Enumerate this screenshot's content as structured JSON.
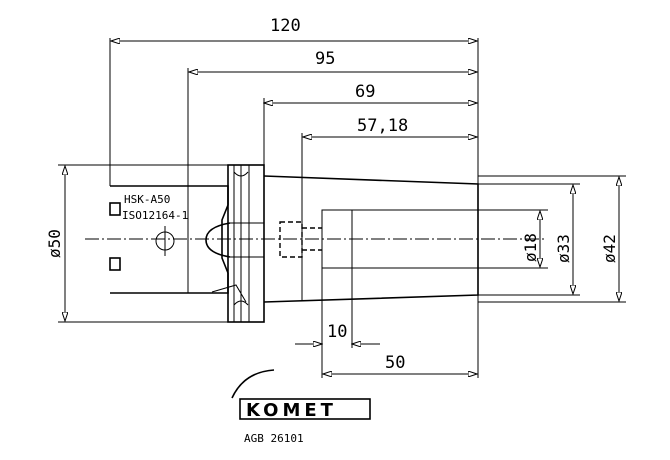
{
  "drawing": {
    "dimensions": {
      "length_total": "120",
      "length_95": "95",
      "length_69": "69",
      "length_57": "57,18",
      "length_10": "10",
      "length_50": "50",
      "diameter_50": "ø50",
      "diameter_18": "ø18",
      "diameter_33": "ø33",
      "diameter_42": "ø42"
    },
    "labels": {
      "interface_type": "HSK-A50",
      "standard": "ISO12164-1",
      "article_number": "AGB 26101"
    },
    "logo": {
      "brand": "KOMET"
    }
  }
}
